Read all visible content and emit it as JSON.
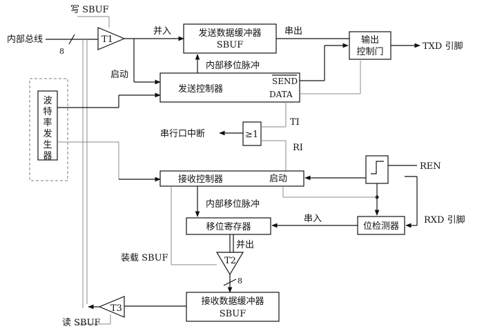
{
  "labels": {
    "write_sbuf": "写 SBUF",
    "internal_bus": "内部总线",
    "bus_width_in": "8",
    "t1": "T1",
    "parallel_in": "并入",
    "send_buffer_line1": "发送数据缓冲器",
    "send_buffer_line2": "SBUF",
    "serial_out": "串出",
    "output_gate_line1": "输出",
    "output_gate_line2": "控制门",
    "txd_pin": "TXD 引脚",
    "start_top": "启动",
    "internal_shift_pulse_top": "内部移位脉冲",
    "send_controller": "发送控制器",
    "send_signal": "SEND",
    "data_signal": "DATA",
    "baud_gen": [
      "波",
      "特",
      "率",
      "发",
      "生",
      "器"
    ],
    "ti": "TI",
    "serial_interrupt": "串行口中断",
    "or_gate": "≥1",
    "ri": "RI",
    "receive_controller": "接收控制器",
    "start_bottom": "启动",
    "ren": "REN",
    "internal_shift_pulse_bottom": "内部移位脉冲",
    "serial_in": "串入",
    "shift_register": "移位寄存器",
    "bit_detector": "位检测器",
    "rxd_pin": "RXD 引脚",
    "parallel_out": "并出",
    "load_sbuf": "装载 SBUF",
    "t2": "T2",
    "bus_width_out": "8",
    "recv_buffer_line1": "接收数据缓冲器",
    "recv_buffer_line2": "SBUF",
    "t3": "T3",
    "read_sbuf": "读 SBUF"
  }
}
